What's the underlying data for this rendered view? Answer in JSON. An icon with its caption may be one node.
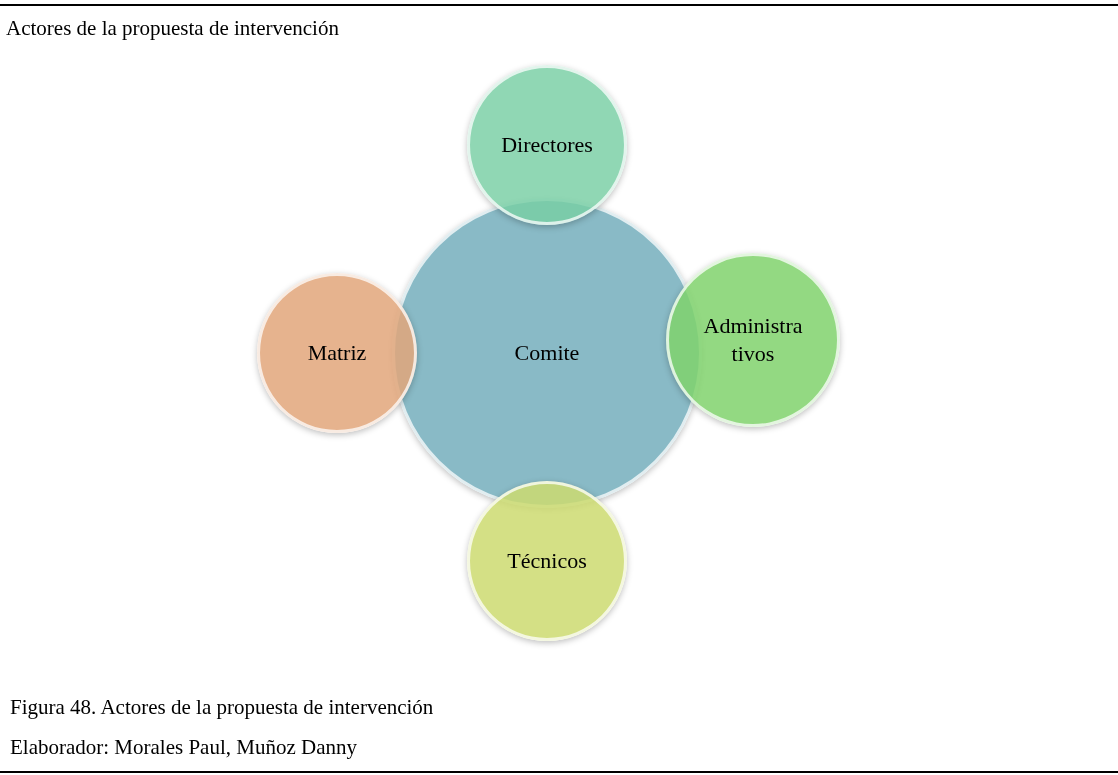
{
  "diagram": {
    "title": "Actores de la propuesta de intervención",
    "nodes": [
      {
        "text": [
          "Directores"
        ]
      },
      {
        "text": [
          "Administra tivos"
        ]
      },
      {
        "text": [
          "Matriz"
        ]
      },
      {
        "text": [
          "Comite"
        ]
      },
      {
        "text": [
          "Técnicos"
        ]
      }
    ],
    "caption": "Figura 48. Actores de la propuesta de intervención",
    "labels": [
      "Elaborador: Morales Paul, Muñoz Danny"
    ]
  }
}
